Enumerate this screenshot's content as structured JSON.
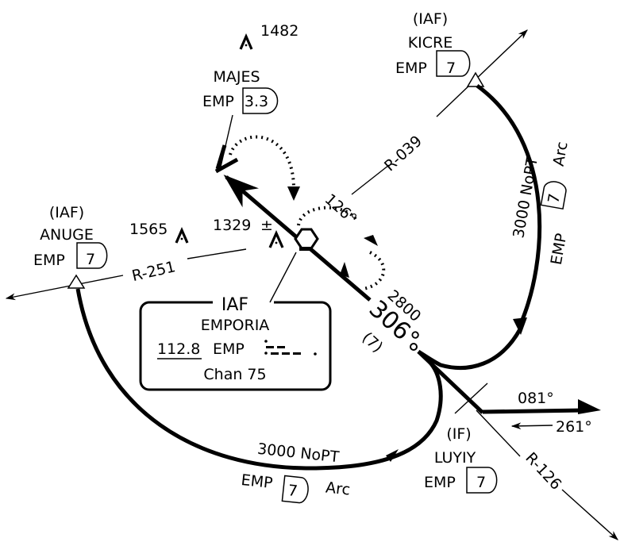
{
  "chart": {
    "type": "approach-plate-plan-view",
    "accent_color": "#000000",
    "background": "#ffffff"
  },
  "fixes": {
    "majes": {
      "name": "MAJES",
      "facility": "EMP",
      "dme": "3.3"
    },
    "kicre": {
      "role": "(IAF)",
      "name": "KICRE",
      "facility": "EMP",
      "dme": "7"
    },
    "anuge": {
      "role": "(IAF)",
      "name": "ANUGE",
      "facility": "EMP",
      "dme": "7"
    },
    "luyiy": {
      "role": "(IF)",
      "name": "LUYIY",
      "facility": "EMP",
      "dme": "7"
    }
  },
  "obstacles": [
    {
      "elevation": "1482"
    },
    {
      "elevation": "1565"
    },
    {
      "elevation": "1329",
      "suffix": "±"
    }
  ],
  "radials": {
    "r039": "R-039",
    "r251": "R-251",
    "r126": "R-126"
  },
  "navaid": {
    "role": "IAF",
    "name": "EMPORIA",
    "frequency": "112.8",
    "ident": "EMP",
    "channel": "Chan 75"
  },
  "courses": {
    "hold_inbound": "126°",
    "final_altitude": "2800",
    "final_course": "306°",
    "final_distance": "(7)",
    "feeder_out": "081°",
    "feeder_in": "261°"
  },
  "arcs": {
    "east": {
      "altitude": "3000 NoPT",
      "facility": "EMP",
      "dme": "7",
      "label": "Arc"
    },
    "south": {
      "altitude": "3000 NoPT",
      "facility": "EMP",
      "dme": "7",
      "label": "Arc"
    }
  }
}
